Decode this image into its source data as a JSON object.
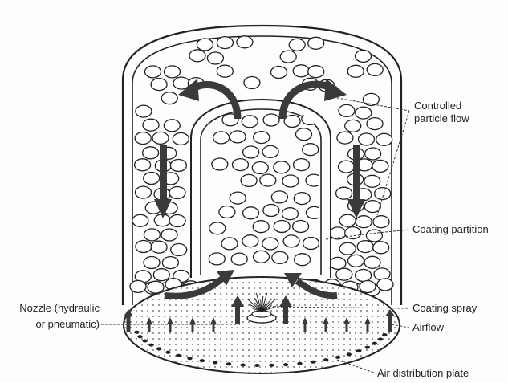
{
  "labels": {
    "controlled_flow_line1": "Controlled",
    "controlled_flow_line2": "particle flow",
    "coating_partition": "Coating partition",
    "nozzle_line1": "Nozzle (hydraulic",
    "nozzle_line2": "or pneumatic)",
    "coating_spray": "Coating spray",
    "airflow": "Airflow",
    "air_distribution_plate": "Air distribution plate"
  },
  "colors": {
    "ink": "#222222",
    "arrow": "#3a3a3a",
    "particle_fill": "#ffffff",
    "background": "#fdfdfd"
  }
}
